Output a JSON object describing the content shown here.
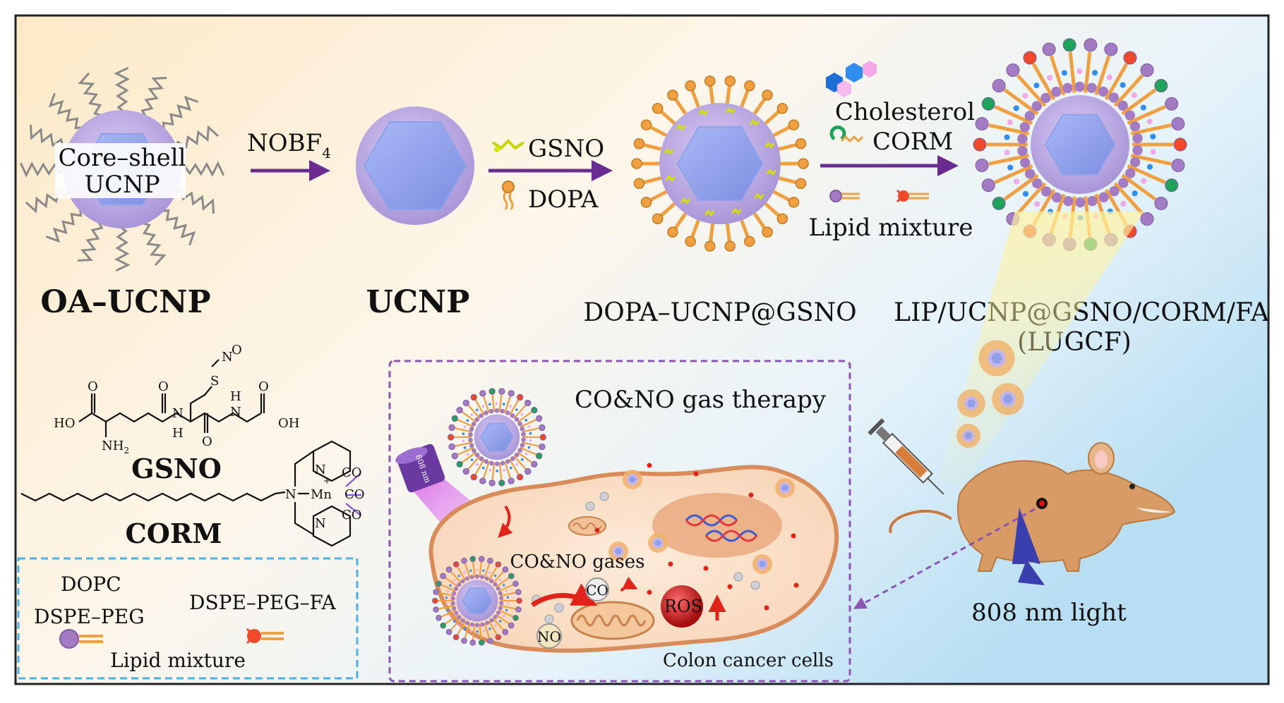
{
  "labels": {
    "oa_ucnp": "OA–UCNP",
    "core_shell_1": "Core–shell",
    "core_shell_2": "UCNP",
    "nobf4": "NOBF",
    "nobf4_sub": "4",
    "ucnp": "UCNP",
    "gsno_legend": "GSNO",
    "dopa_legend": "DOPA",
    "dopa_ucnp_gsno": "DOPA–UCNP@GSNO",
    "cholesterol": "Cholesterol",
    "corm_legend": "CORM",
    "lipid_mixture_top": "Lipid mixture",
    "lugcf_name": "LIP/UCNP@GSNO/CORM/FA",
    "lugcf_abbr": "(LUGCF)",
    "gsno_struct": "GSNO",
    "corm_struct": "CORM",
    "dopc": "DOPC",
    "dspe_peg": "DSPE–PEG",
    "dspe_peg_fa": "DSPE–PEG–FA",
    "lipid_mixture_box": "Lipid mixture",
    "therapy_title": "CO&NO gas therapy",
    "gases": "CO&NO gases",
    "co": "CO",
    "no": "NO",
    "ros": "ROS",
    "colon": "Colon cancer cells",
    "light": "808 nm light",
    "laser_label": "808 nm"
  },
  "chem": {
    "ho": "HO",
    "oh": "OH",
    "nh2": "NH",
    "nh2_sub": "2",
    "o": "O",
    "n": "N",
    "s": "S",
    "h": "H",
    "mn": "Mn",
    "plus": "+",
    "co": "CO"
  },
  "colors": {
    "arrow": "#6a2c91",
    "core": "#8ea0e8",
    "shell": "#b9a8e0",
    "lipid": "#f4a13a",
    "dashed_purple": "#8b54b5",
    "dashed_blue": "#4fb0e0"
  }
}
